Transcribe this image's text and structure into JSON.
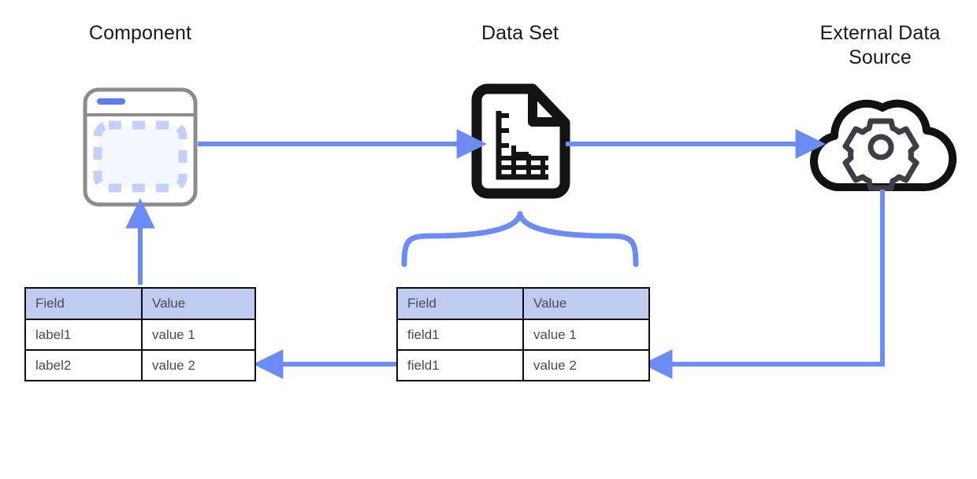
{
  "diagram": {
    "title": "Component / Data Set / External Data Source data flow",
    "background": "#ffffff",
    "accent_blue": "#6b8cf5",
    "icon_outline_gray": "#8c8c8c",
    "icon_outline_black": "#111111",
    "gear_gray": "#3e3e46",
    "dashed_fill_blue": "#c3d0fb",
    "table_header_bg": "#c0cbf0",
    "table_border": "#0d0d0d",
    "text_color": "#17172b"
  },
  "nodes": [
    {
      "id": "component",
      "label": "Component",
      "icon": "component-window-icon"
    },
    {
      "id": "dataset",
      "label": "Data Set",
      "icon": "data-document-icon"
    },
    {
      "id": "external",
      "label": "External Data\nSource",
      "icon": "cloud-gear-icon"
    }
  ],
  "connectors": [
    {
      "id": "component-to-dataset",
      "type": "arrow-right",
      "from": "component",
      "to": "dataset"
    },
    {
      "id": "dataset-to-external",
      "type": "arrow-right",
      "from": "dataset",
      "to": "external"
    },
    {
      "id": "external-to-dataset-table",
      "type": "elbow-arrow-left",
      "from": "external",
      "to": "dataset-table"
    },
    {
      "id": "dataset-table-to-component-table",
      "type": "arrow-left",
      "from": "dataset-table",
      "to": "component-table"
    },
    {
      "id": "component-table-to-component",
      "type": "arrow-up",
      "from": "component-table",
      "to": "component"
    },
    {
      "id": "dataset-brace",
      "type": "curly-brace-up",
      "from": "dataset-table",
      "to": "dataset"
    }
  ],
  "tables": {
    "component_table": {
      "name": "component-field-value-table",
      "columns": [
        "Field",
        "Value"
      ],
      "rows": [
        [
          "label1",
          "value 1"
        ],
        [
          "label2",
          "value 2"
        ]
      ]
    },
    "dataset_table": {
      "name": "dataset-field-value-table",
      "columns": [
        "Field",
        "Value"
      ],
      "rows": [
        [
          "field1",
          "value 1"
        ],
        [
          "field1",
          "value 2"
        ]
      ]
    }
  }
}
